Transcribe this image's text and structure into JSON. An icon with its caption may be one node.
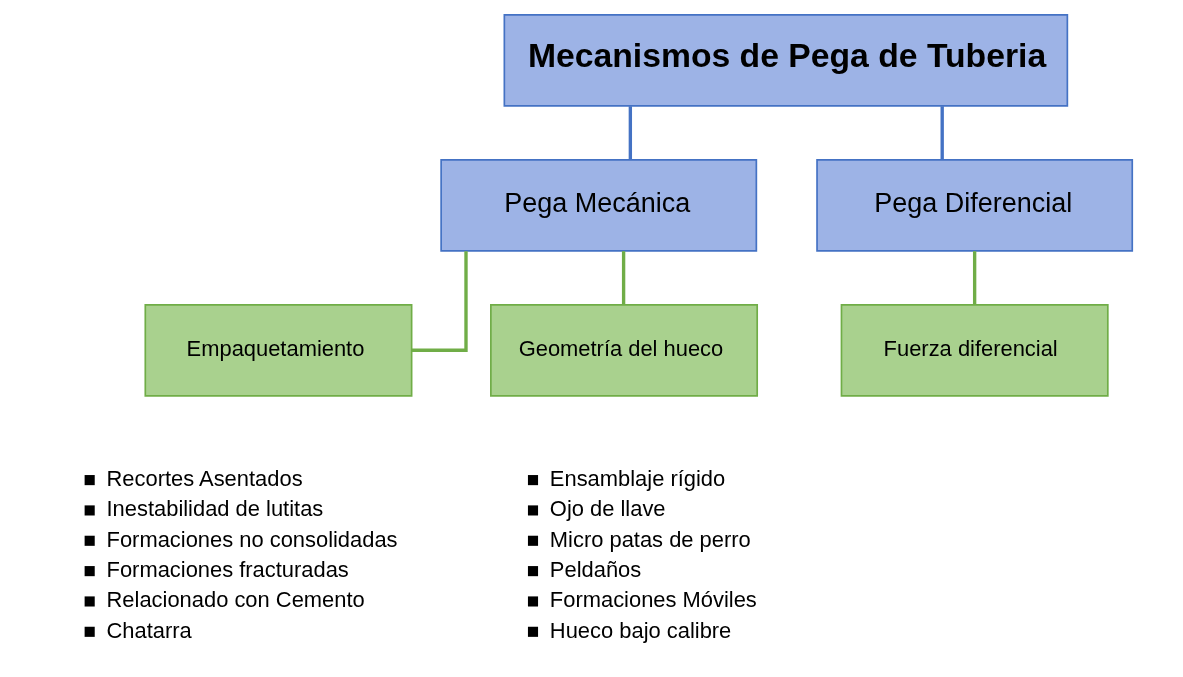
{
  "diagram": {
    "nodes": [
      {
        "text": [
          "Mecanismos de Pega de Tuberia"
        ]
      },
      {
        "text": [
          "Pega Mecánica"
        ]
      },
      {
        "text": [
          "Pega Diferencial"
        ]
      },
      {
        "text": [
          "Empaquetamiento"
        ],
        "beside": [
          "Recortes Asentados",
          "Inestabilidad de lutitas",
          "Formaciones no consolidadas",
          "Formaciones fracturadas",
          "Relacionado con Cemento",
          "Chatarra"
        ]
      },
      {
        "text": [
          "Geometría del hueco"
        ],
        "beside": [
          "Ensamblaje rígido",
          "Ojo de llave",
          "Micro patas de perro",
          "Peldaños",
          "Formaciones Móviles",
          "Hueco bajo calibre"
        ]
      },
      {
        "text": [
          "Fuerza diferencial"
        ]
      }
    ],
    "edges": [
      {
        "from": 0,
        "to": 1,
        "arrow": "none",
        "color": "#4472c4"
      },
      {
        "from": 0,
        "to": 2,
        "arrow": "none",
        "color": "#4472c4"
      },
      {
        "from": 1,
        "to": 3,
        "arrow": "none"
      },
      {
        "from": 1,
        "to": 4,
        "arrow": "none"
      },
      {
        "from": 2,
        "to": 5,
        "arrow": "none"
      }
    ]
  }
}
